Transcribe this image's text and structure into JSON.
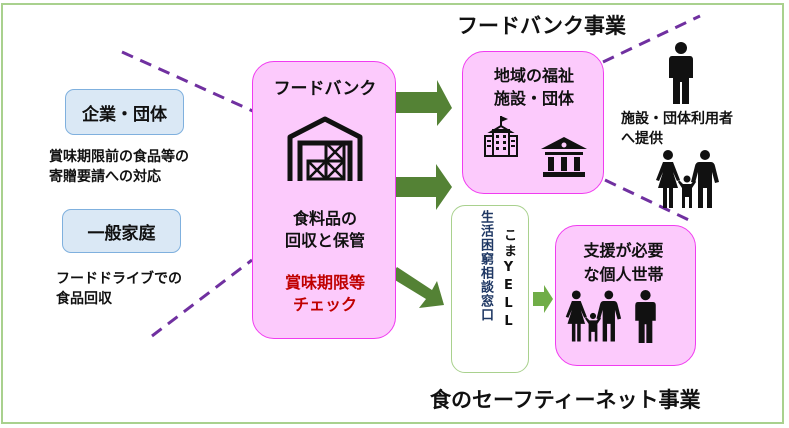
{
  "titles": {
    "food_bank_project": "フードバンク事業",
    "safety_net_project": "食のセーフティーネット事業"
  },
  "sources": [
    {
      "label": "企業・団体",
      "description": "賞味期限前の食品等の\n寄贈要請への対応"
    },
    {
      "label": "一般家庭",
      "description": "フードドライブでの\n食品回収"
    }
  ],
  "food_bank": {
    "heading": "フードバンク",
    "icon": "warehouse-icon",
    "activity": "食料品の\n回収と保管",
    "check": "賞味期限等\nチェック"
  },
  "welfare_facilities": {
    "heading": "地域の福祉\n施設・団体",
    "icons": [
      "school-building-icon",
      "institution-building-icon"
    ]
  },
  "facility_users": {
    "label": "施設・団体利用者\nへ提供",
    "icons": [
      "person-icon",
      "family-icon"
    ]
  },
  "consultation_window": {
    "name": "生活困窮相談窓口",
    "nickname": "こまYELL"
  },
  "households": {
    "heading": "支援が必要\nな個人世帯",
    "icons": [
      "family-icon",
      "person-icon"
    ]
  },
  "colors": {
    "frame_border": "#a9d18e",
    "source_box_fill": "#dae8f5",
    "pink_box_fill": "#fccafc",
    "pink_box_border": "#f03cf0",
    "arrow": "#548235",
    "small_arrow": "#70ad47",
    "dashed_line": "#7030a0",
    "check_text": "#c00000",
    "consultation_text": "#1f3864"
  }
}
